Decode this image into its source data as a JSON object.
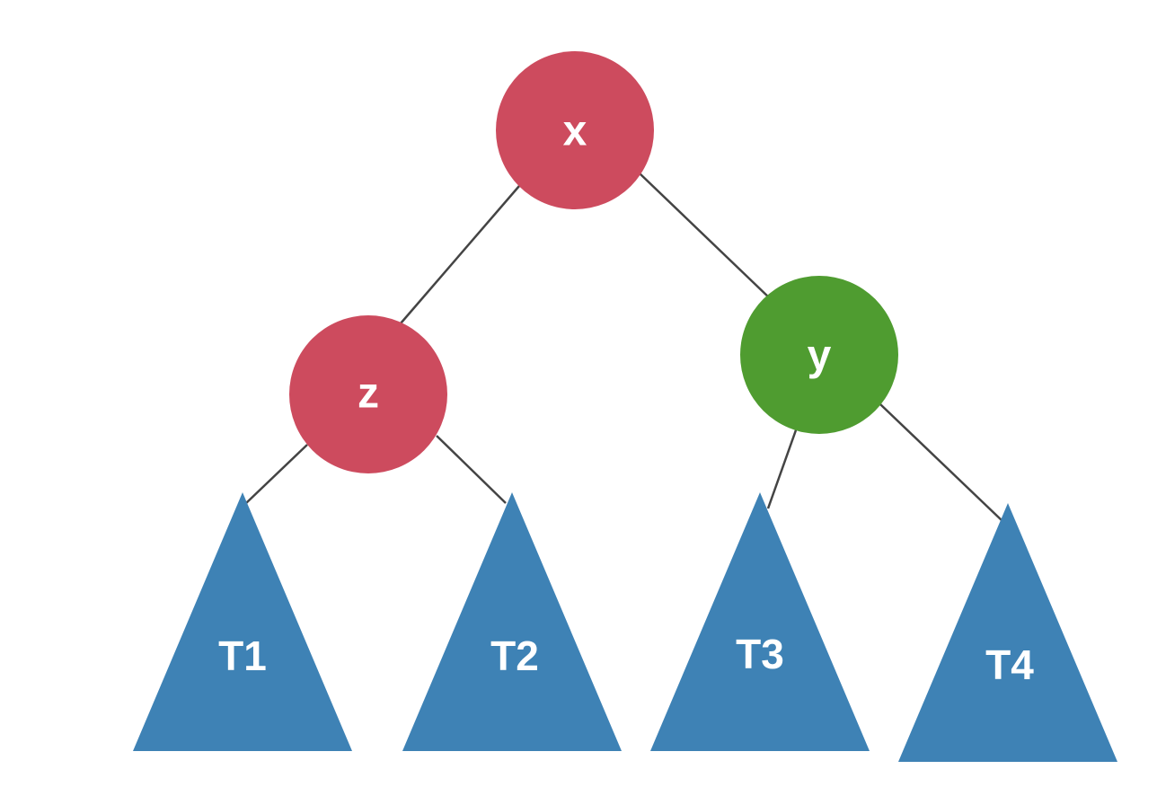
{
  "colors": {
    "red_node": "#cd4b5e",
    "green_node": "#4f9c30",
    "subtree": "#3e82b5",
    "edge": "#444444",
    "background": "#ffffff"
  },
  "nodes": {
    "x": {
      "label": "x",
      "color": "red"
    },
    "z": {
      "label": "z",
      "color": "red"
    },
    "y": {
      "label": "y",
      "color": "green"
    }
  },
  "subtrees": {
    "t1": {
      "label": "T1"
    },
    "t2": {
      "label": "T2"
    },
    "t3": {
      "label": "T3"
    },
    "t4": {
      "label": "T4"
    }
  },
  "edges": [
    {
      "from": "x",
      "to": "z"
    },
    {
      "from": "x",
      "to": "y"
    },
    {
      "from": "z",
      "to": "T1"
    },
    {
      "from": "z",
      "to": "T2"
    },
    {
      "from": "y",
      "to": "T3"
    },
    {
      "from": "y",
      "to": "T4"
    }
  ]
}
